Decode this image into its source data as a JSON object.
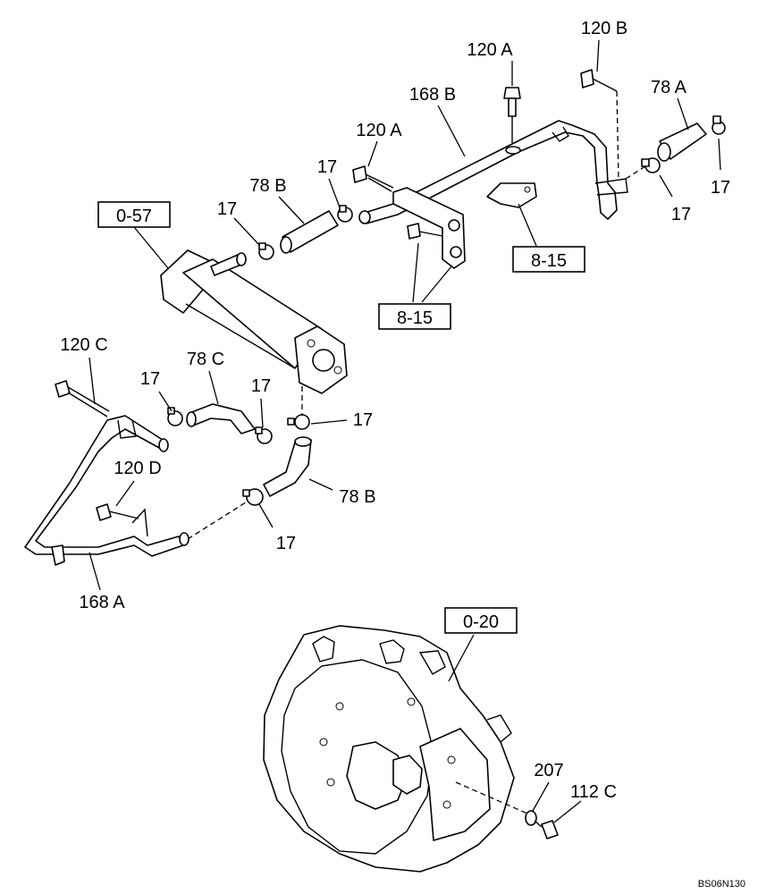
{
  "callouts": {
    "ref_057": "0-57",
    "ref_815_right": "8-15",
    "ref_815_center": "8-15",
    "ref_020": "0-20",
    "p120b": "120 B",
    "p120a_top": "120 A",
    "p168b": "168 B",
    "p78a": "78 A",
    "p120a_left": "120 A",
    "p17_a": "17",
    "p78b_top": "78 B",
    "p17_b": "17",
    "p17_c": "17",
    "p17_d": "17",
    "p120c": "120 C",
    "p78c": "78 C",
    "p17_e": "17",
    "p17_f": "17",
    "p17_g": "17",
    "p120d": "120 D",
    "p78b_mid": "78 B",
    "p17_h": "17",
    "p168a": "168 A",
    "p207": "207",
    "p112c": "112 C"
  },
  "drawing_code": "BS06N130"
}
